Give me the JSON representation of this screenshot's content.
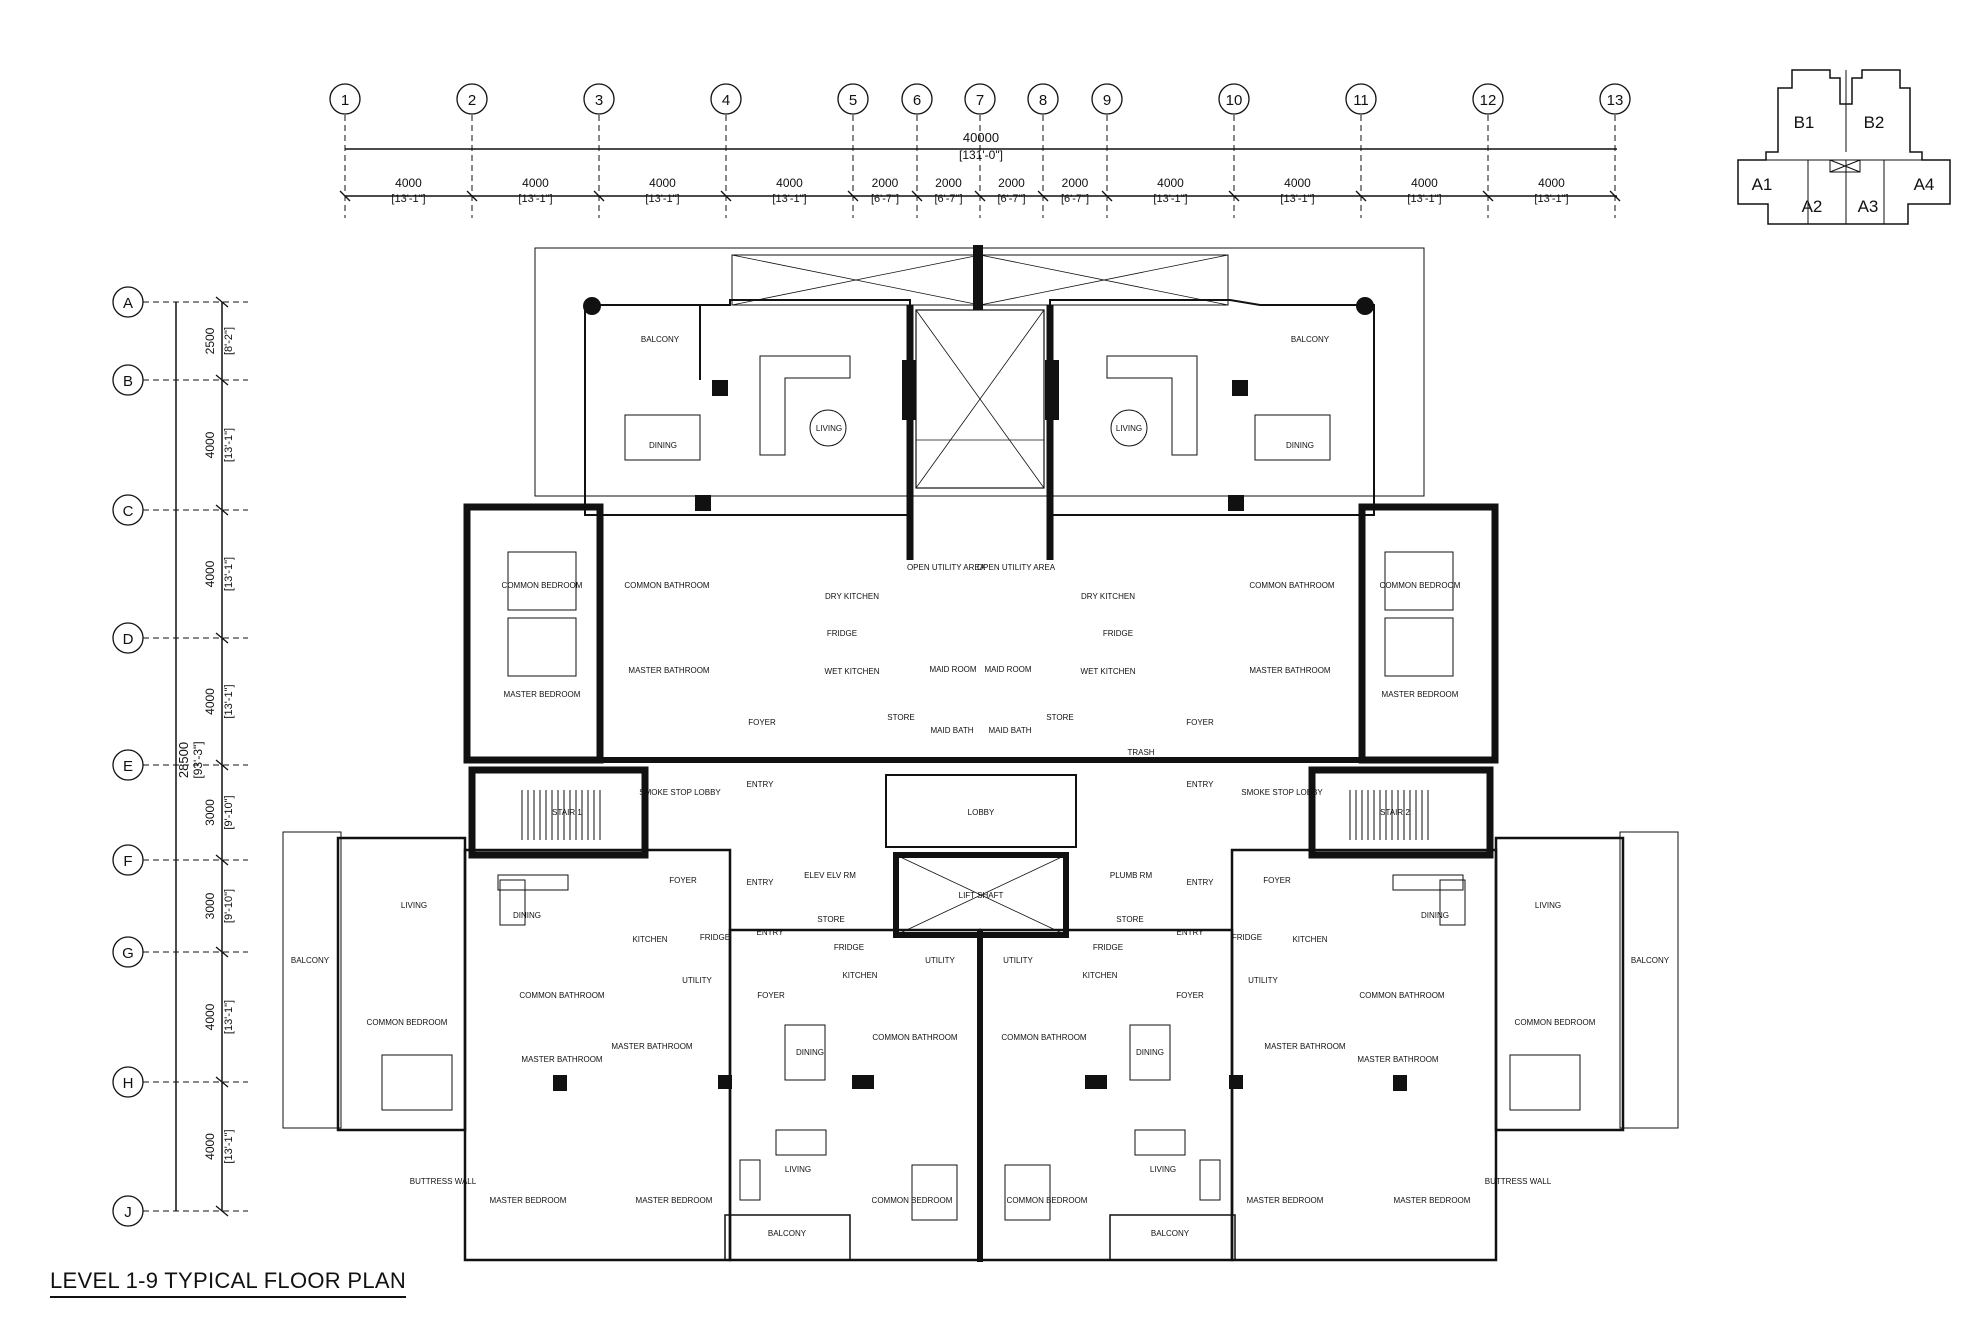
{
  "title": "LEVEL 1-9 TYPICAL FLOOR PLAN",
  "grid_columns": [
    "1",
    "2",
    "3",
    "4",
    "5",
    "6",
    "7",
    "8",
    "9",
    "10",
    "11",
    "12",
    "13"
  ],
  "grid_rows": [
    "A",
    "B",
    "C",
    "D",
    "E",
    "F",
    "G",
    "H",
    "J"
  ],
  "overall_width": {
    "mm": "40000",
    "ft": "[131'-0\"]"
  },
  "column_spacings": [
    {
      "mm": "4000",
      "ft": "[13'-1\"]"
    },
    {
      "mm": "4000",
      "ft": "[13'-1\"]"
    },
    {
      "mm": "4000",
      "ft": "[13'-1\"]"
    },
    {
      "mm": "4000",
      "ft": "[13'-1\"]"
    },
    {
      "mm": "2000",
      "ft": "[6'-7\"]"
    },
    {
      "mm": "2000",
      "ft": "[6'-7\"]"
    },
    {
      "mm": "2000",
      "ft": "[6'-7\"]"
    },
    {
      "mm": "2000",
      "ft": "[6'-7\"]"
    },
    {
      "mm": "4000",
      "ft": "[13'-1\"]"
    },
    {
      "mm": "4000",
      "ft": "[13'-1\"]"
    },
    {
      "mm": "4000",
      "ft": "[13'-1\"]"
    },
    {
      "mm": "4000",
      "ft": "[13'-1\"]"
    }
  ],
  "overall_depth": {
    "mm": "28500",
    "ft": "[93'-3\"]"
  },
  "row_spacings": [
    {
      "mm": "2500",
      "ft": "[8'-2\"]"
    },
    {
      "mm": "4000",
      "ft": "[13'-1\"]"
    },
    {
      "mm": "4000",
      "ft": "[13'-1\"]"
    },
    {
      "mm": "4000",
      "ft": "[13'-1\"]"
    },
    {
      "mm": "3000",
      "ft": "[9'-10\"]"
    },
    {
      "mm": "3000",
      "ft": "[9'-10\"]"
    },
    {
      "mm": "4000",
      "ft": "[13'-1\"]"
    },
    {
      "mm": "4000",
      "ft": "[13'-1\"]"
    }
  ],
  "key_plan_units": [
    "B1",
    "B2",
    "A1",
    "A2",
    "A3",
    "A4"
  ],
  "room_labels": [
    {
      "id": "balcony-b1",
      "text": "BALCONY"
    },
    {
      "id": "balcony-b2",
      "text": "BALCONY"
    },
    {
      "id": "dining-b1",
      "text": "DINING"
    },
    {
      "id": "dining-b2",
      "text": "DINING"
    },
    {
      "id": "living-b1",
      "text": "LIVING"
    },
    {
      "id": "living-b2",
      "text": "LIVING"
    },
    {
      "id": "common-bedroom-b1",
      "text": "COMMON BEDROOM"
    },
    {
      "id": "common-bedroom-b2",
      "text": "COMMON BEDROOM"
    },
    {
      "id": "common-bathroom-b1",
      "text": "COMMON BATHROOM"
    },
    {
      "id": "common-bathroom-b2",
      "text": "COMMON BATHROOM"
    },
    {
      "id": "master-bathroom-b1",
      "text": "MASTER BATHROOM"
    },
    {
      "id": "master-bathroom-b2",
      "text": "MASTER BATHROOM"
    },
    {
      "id": "master-bedroom-b1",
      "text": "MASTER BEDROOM"
    },
    {
      "id": "master-bedroom-b2",
      "text": "MASTER BEDROOM"
    },
    {
      "id": "dry-kitchen-b1",
      "text": "DRY KITCHEN"
    },
    {
      "id": "dry-kitchen-b2",
      "text": "DRY KITCHEN"
    },
    {
      "id": "wet-kitchen-b1",
      "text": "WET KITCHEN"
    },
    {
      "id": "wet-kitchen-b2",
      "text": "WET KITCHEN"
    },
    {
      "id": "fridge-b1",
      "text": "FRIDGE"
    },
    {
      "id": "fridge-b2",
      "text": "FRIDGE"
    },
    {
      "id": "open-utility-b1",
      "text": "OPEN UTILITY AREA"
    },
    {
      "id": "open-utility-b2",
      "text": "OPEN UTILITY AREA"
    },
    {
      "id": "maid-room-b1",
      "text": "MAID ROOM"
    },
    {
      "id": "maid-room-b2",
      "text": "MAID ROOM"
    },
    {
      "id": "maid-bath-b1",
      "text": "MAID BATH"
    },
    {
      "id": "maid-bath-b2",
      "text": "MAID BATH"
    },
    {
      "id": "store-b1",
      "text": "STORE"
    },
    {
      "id": "store-b2",
      "text": "STORE"
    },
    {
      "id": "foyer-b1",
      "text": "FOYER"
    },
    {
      "id": "foyer-b2",
      "text": "FOYER"
    },
    {
      "id": "entry-b1",
      "text": "ENTRY"
    },
    {
      "id": "entry-b2",
      "text": "ENTRY"
    },
    {
      "id": "trash",
      "text": "TRASH"
    },
    {
      "id": "lobby",
      "text": "LOBBY"
    },
    {
      "id": "lift-shaft",
      "text": "LIFT SHAFT"
    },
    {
      "id": "stair-1",
      "text": "STAIR 1"
    },
    {
      "id": "stair-2",
      "text": "STAIR 2"
    },
    {
      "id": "smoke-stop-lobby-1",
      "text": "SMOKE STOP LOBBY"
    },
    {
      "id": "smoke-stop-lobby-2",
      "text": "SMOKE STOP LOBBY"
    },
    {
      "id": "elev-elv-rm",
      "text": "ELEV ELV RM"
    },
    {
      "id": "plumb-rm",
      "text": "PLUMB RM"
    },
    {
      "id": "store-core-l",
      "text": "STORE"
    },
    {
      "id": "store-core-r",
      "text": "STORE"
    },
    {
      "id": "living-a1",
      "text": "LIVING"
    },
    {
      "id": "living-a4",
      "text": "LIVING"
    },
    {
      "id": "dining-a1",
      "text": "DINING"
    },
    {
      "id": "dining-a4",
      "text": "DINING"
    },
    {
      "id": "balcony-a1",
      "text": "BALCONY"
    },
    {
      "id": "balcony-a4",
      "text": "BALCONY"
    },
    {
      "id": "foyer-a1",
      "text": "FOYER"
    },
    {
      "id": "foyer-a4",
      "text": "FOYER"
    },
    {
      "id": "entry-a1",
      "text": "ENTRY"
    },
    {
      "id": "entry-a4",
      "text": "ENTRY"
    },
    {
      "id": "kitchen-a1",
      "text": "KITCHEN"
    },
    {
      "id": "kitchen-a4",
      "text": "KITCHEN"
    },
    {
      "id": "fridge-a1",
      "text": "FRIDGE"
    },
    {
      "id": "fridge-a4",
      "text": "FRIDGE"
    },
    {
      "id": "utility-a1",
      "text": "UTILITY"
    },
    {
      "id": "utility-a4",
      "text": "UTILITY"
    },
    {
      "id": "common-bathroom-a1",
      "text": "COMMON BATHROOM"
    },
    {
      "id": "common-bathroom-a4",
      "text": "COMMON BATHROOM"
    },
    {
      "id": "common-bedroom-a1",
      "text": "COMMON BEDROOM"
    },
    {
      "id": "common-bedroom-a4",
      "text": "COMMON BEDROOM"
    },
    {
      "id": "master-bathroom-a1a",
      "text": "MASTER BATHROOM"
    },
    {
      "id": "master-bathroom-a1b",
      "text": "MASTER BATHROOM"
    },
    {
      "id": "master-bathroom-a4a",
      "text": "MASTER BATHROOM"
    },
    {
      "id": "master-bathroom-a4b",
      "text": "MASTER BATHROOM"
    },
    {
      "id": "master-bedroom-a1a",
      "text": "MASTER BEDROOM"
    },
    {
      "id": "master-bedroom-a1b",
      "text": "MASTER BEDROOM"
    },
    {
      "id": "master-bedroom-a4a",
      "text": "MASTER BEDROOM"
    },
    {
      "id": "master-bedroom-a4b",
      "text": "MASTER BEDROOM"
    },
    {
      "id": "buttress-wall-l",
      "text": "BUTTRESS WALL"
    },
    {
      "id": "buttress-wall-r",
      "text": "BUTTRESS WALL"
    },
    {
      "id": "foyer-a2",
      "text": "FOYER"
    },
    {
      "id": "foyer-a3",
      "text": "FOYER"
    },
    {
      "id": "entry-a2",
      "text": "ENTRY"
    },
    {
      "id": "entry-a3",
      "text": "ENTRY"
    },
    {
      "id": "kitchen-a2",
      "text": "KITCHEN"
    },
    {
      "id": "kitchen-a3",
      "text": "KITCHEN"
    },
    {
      "id": "fridge-a2",
      "text": "FRIDGE"
    },
    {
      "id": "fridge-a3",
      "text": "FRIDGE"
    },
    {
      "id": "utility-a2",
      "text": "UTILITY"
    },
    {
      "id": "utility-a3",
      "text": "UTILITY"
    },
    {
      "id": "dining-a2",
      "text": "DINING"
    },
    {
      "id": "dining-a3",
      "text": "DINING"
    },
    {
      "id": "common-bathroom-a2",
      "text": "COMMON BATHROOM"
    },
    {
      "id": "common-bathroom-a3",
      "text": "COMMON BATHROOM"
    },
    {
      "id": "living-a2",
      "text": "LIVING"
    },
    {
      "id": "living-a3",
      "text": "LIVING"
    },
    {
      "id": "common-bedroom-a2",
      "text": "COMMON BEDROOM"
    },
    {
      "id": "common-bedroom-a3",
      "text": "COMMON BEDROOM"
    },
    {
      "id": "balcony-a2",
      "text": "BALCONY"
    },
    {
      "id": "balcony-a3",
      "text": "BALCONY"
    }
  ]
}
